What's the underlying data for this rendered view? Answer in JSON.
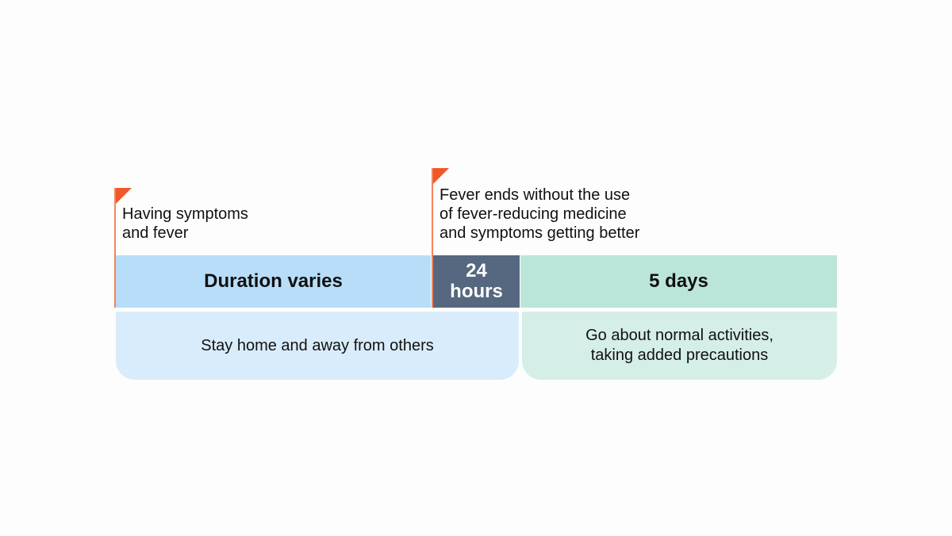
{
  "flags": {
    "symptoms": {
      "lines": [
        "Having symptoms",
        "and fever"
      ],
      "icon": "flag-icon",
      "color": "#f0582a"
    },
    "fever_ends": {
      "lines": [
        "Fever ends without the use",
        "of fever-reducing medicine",
        "and symptoms getting better"
      ],
      "icon": "flag-icon",
      "color": "#f0582a"
    }
  },
  "timeline": {
    "duration": {
      "label": "Duration varies",
      "color": "#b7ddf8"
    },
    "wait": {
      "lines": [
        "24",
        "hours"
      ],
      "color": "#55687f"
    },
    "days": {
      "label": "5 days",
      "color": "#bce5da"
    }
  },
  "actions": {
    "home": {
      "label": "Stay home and away from others",
      "color": "#d9ecfb"
    },
    "normal": {
      "lines": [
        "Go about normal activities,",
        "taking added precautions"
      ],
      "color": "#d5eee7"
    }
  }
}
